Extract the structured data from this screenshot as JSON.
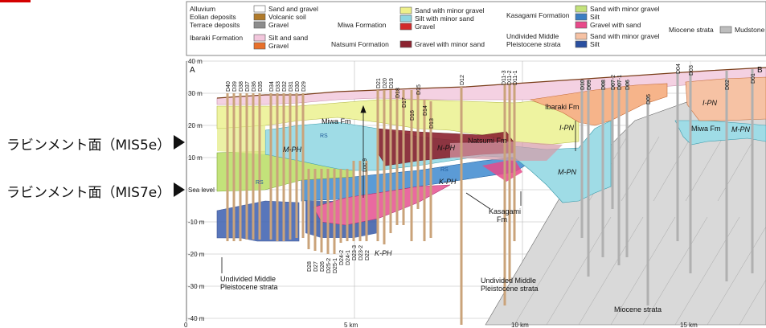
{
  "side_labels": {
    "mis5e": "ラビンメント面（MIS5e）",
    "mis7e": "ラビンメント面（MIS7e）"
  },
  "legend": {
    "col1": [
      "Alluvium",
      "Eolian deposits",
      "Terrace deposits",
      "Ibaraki Formation"
    ],
    "col1b": [
      "Sand and gravel",
      "Volcanic soil",
      "Gravel",
      "Silt and sand",
      "Gravel"
    ],
    "miwa": "Miwa Formation",
    "miwa_items": [
      "Sand with minor gravel",
      "Silt with minor sand",
      "Gravel"
    ],
    "natsumi": "Natsumi Formation",
    "natsumi_item": "Gravel with minor sand",
    "kasagami": "Kasagami Formation",
    "kasagami_items": [
      "Sand with minor gravel",
      "Silt",
      "Gravel with sand"
    ],
    "undivided": [
      "Undivided Middle",
      "Pleistocene strata"
    ],
    "undivided_items": [
      "Sand with minor gravel",
      "Silt"
    ],
    "miocene": "Miocene strata",
    "mudstone": "Mudstone"
  },
  "colors": {
    "sand_gravel": "#ffffff",
    "volcanic": "#b07a2a",
    "gravel_terrace": "#8c8c8c",
    "ibaraki_silt_sand": "#f2c6dc",
    "ibaraki_gravel": "#e8702a",
    "miwa_sand": "#eef08a",
    "miwa_silt": "#8fd6e0",
    "miwa_gravel": "#d12a2a",
    "natsumi": "#8c2330",
    "kasagami_sand": "#c3e27a",
    "kasagami_silt": "#3b7ec2",
    "kasagami_gravel": "#e84a8a",
    "und_sand": "#f6c2a4",
    "und_silt": "#2a4fa0",
    "mudstone": "#bdbdbd"
  },
  "axis": {
    "y_ticks": [
      "40 m",
      "30 m",
      "20 m",
      "10 m",
      "Sea level",
      "-10 m",
      "-20 m",
      "-30 m",
      "-40 m"
    ],
    "x_ticks": [
      "0",
      "5 km",
      "10 km",
      "15 km"
    ]
  },
  "section_ends": {
    "left": "A",
    "right": "B"
  },
  "boreholes": [
    "D40",
    "D39",
    "D38",
    "D37",
    "D36",
    "D35",
    "D34",
    "D33",
    "D32",
    "D31",
    "D30",
    "D29",
    "D21",
    "D20",
    "D19",
    "D18",
    "D17",
    "D16",
    "D15",
    "D14",
    "D13",
    "D12",
    "D11-3",
    "D11-2",
    "D11-1",
    "D10",
    "D09",
    "D08",
    "D07-2",
    "D07-1",
    "D06",
    "D05",
    "D04",
    "D03",
    "D02",
    "D01"
  ],
  "boreholes_bottom": [
    "D28",
    "D27",
    "D26",
    "D25-2",
    "D25-1",
    "D24-2",
    "D24-1",
    "D23-3",
    "D23-2",
    "D22"
  ],
  "annotations": {
    "miwa_fm": "Miwa Fm",
    "miwa_fm2": "Miwa Fm",
    "natsumi_fm": "Natsumi Fm",
    "ibaraki_fm": "Ibaraki Fm",
    "kasagami_fm": [
      "Kasagami",
      "Fm"
    ],
    "loc9": "Loc 9",
    "rs1": "RS",
    "rs2": "RS",
    "rs3": "RS",
    "mph": "M-PH",
    "nph": "N-PH",
    "kph": "K-PH",
    "kph2": "K-PH",
    "ipn": "I-PN",
    "ipn2": "I-PN",
    "mpn": "M-PN",
    "mpn2": "M-PN",
    "undivided_left": [
      "Undivided Middle",
      "Pleistocene strata"
    ],
    "undivided_mid": [
      "Undivided Middle",
      "Pleistocene strata"
    ],
    "miocene_label": "Miocene strata"
  }
}
